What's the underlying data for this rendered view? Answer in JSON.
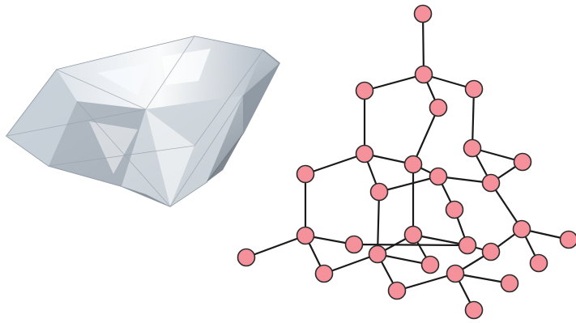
{
  "colors": {
    "background": "#ffffff",
    "atom_fill": "#f4919a",
    "atom_stroke": "#2b2b2b",
    "bond": "#1a1a1a",
    "gem_light": "#f4f7fa",
    "gem_mid": "#c9d2da",
    "gem_dark": "#7d8791",
    "gem_shadow": "#5d6670"
  },
  "lattice": {
    "atoms": [
      {
        "id": "a01"
      },
      {
        "id": "a02"
      },
      {
        "id": "a03"
      },
      {
        "id": "a04"
      },
      {
        "id": "a05"
      },
      {
        "id": "a06"
      },
      {
        "id": "a07"
      },
      {
        "id": "a08"
      },
      {
        "id": "a09"
      },
      {
        "id": "a10"
      },
      {
        "id": "a11"
      },
      {
        "id": "a12"
      },
      {
        "id": "a13"
      },
      {
        "id": "a14"
      },
      {
        "id": "a15"
      },
      {
        "id": "a16"
      },
      {
        "id": "a17"
      },
      {
        "id": "a18"
      },
      {
        "id": "a19"
      },
      {
        "id": "a20"
      },
      {
        "id": "a21"
      },
      {
        "id": "a22"
      },
      {
        "id": "a23"
      },
      {
        "id": "a24"
      },
      {
        "id": "a25"
      },
      {
        "id": "a26"
      },
      {
        "id": "a27"
      },
      {
        "id": "a28"
      }
    ]
  }
}
